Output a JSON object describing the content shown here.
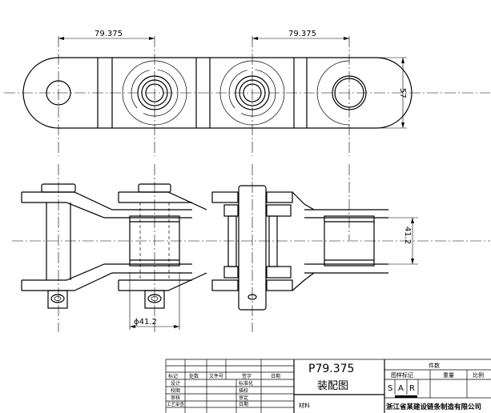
{
  "drawing": {
    "dims": {
      "pitch_left": "79.375",
      "pitch_right": "79.375",
      "plate_height": "57",
      "roller_width": "41.2",
      "roller_dia": "ϕ41.2"
    }
  },
  "title_block": {
    "code": "P79.375",
    "name": "装配图",
    "stage_label": "图样标记",
    "weight_label": "重量",
    "scale_label": "比例",
    "sheet_label": "件数",
    "stage_marks": [
      "S",
      "A",
      "R"
    ],
    "material_label": "材料",
    "company": "浙江省某建设链条制造有限公司",
    "row_labels": [
      "标记",
      "处数",
      "文件号",
      "签字",
      "日期"
    ],
    "left_roles": [
      "设计",
      "校图",
      "审核",
      "工艺审查"
    ],
    "right_roles": [
      "标准化",
      "描校",
      "审定",
      "日期"
    ]
  }
}
